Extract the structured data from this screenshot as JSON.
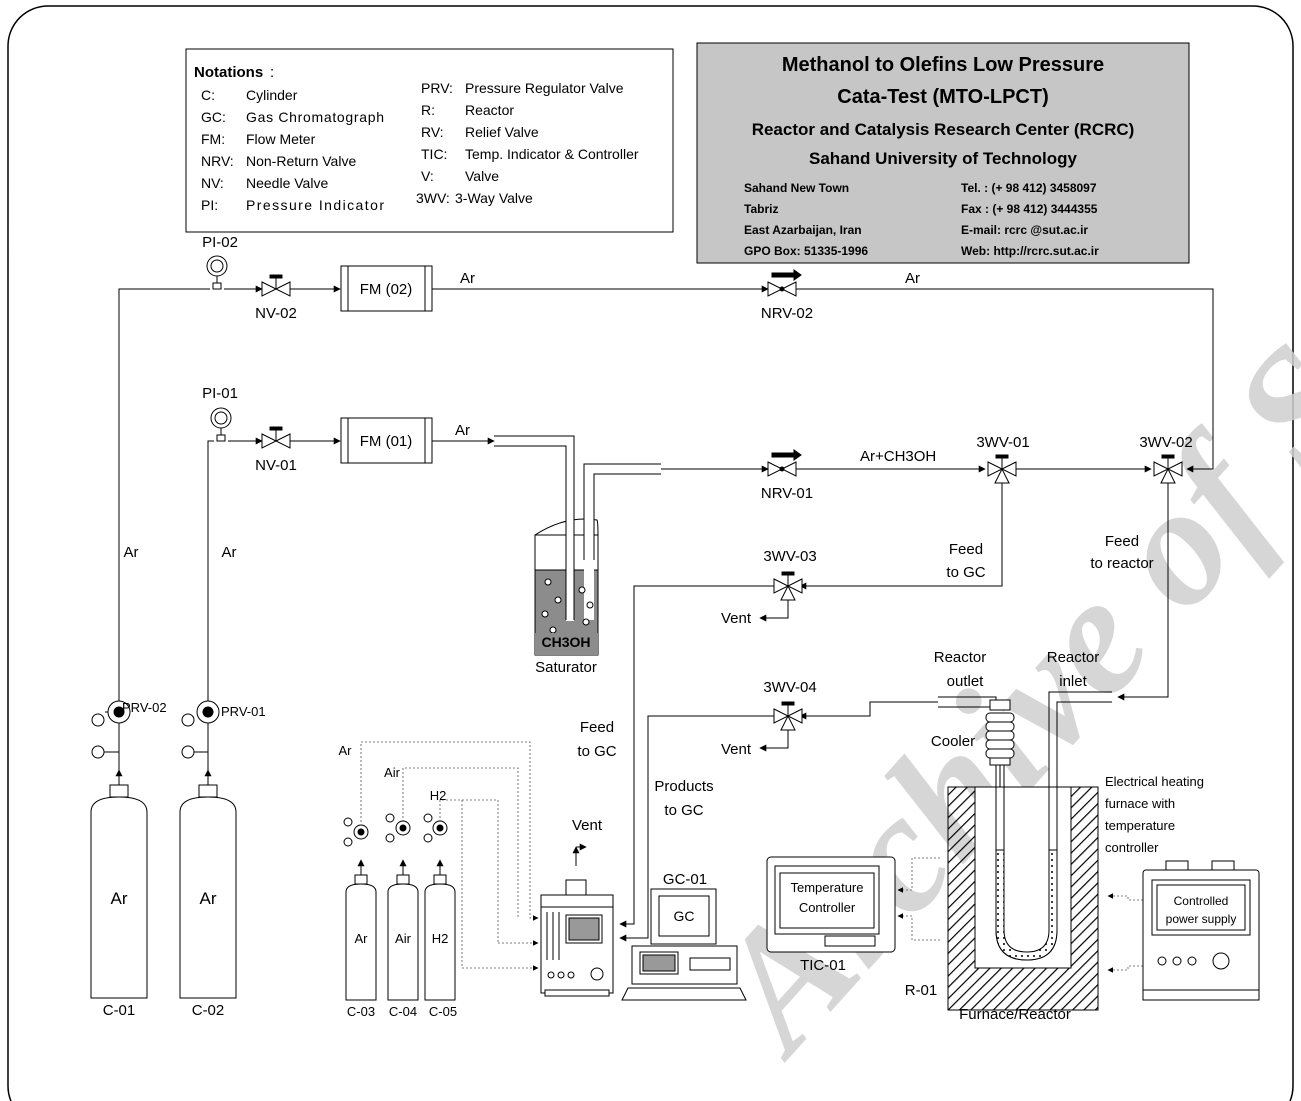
{
  "notations": {
    "title": "Notations",
    "col1": [
      {
        "abbr": "C:",
        "text": "Cylinder"
      },
      {
        "abbr": "GC:",
        "text": "Gas Chromatograph"
      },
      {
        "abbr": "FM:",
        "text": "Flow Meter"
      },
      {
        "abbr": "NRV:",
        "text": "Non-Return Valve"
      },
      {
        "abbr": "NV:",
        "text": "Needle Valve"
      },
      {
        "abbr": "PI:",
        "text": "Pressure Indicator"
      }
    ],
    "col2": [
      {
        "abbr": "PRV:",
        "text": "Pressure Regulator Valve"
      },
      {
        "abbr": "R:",
        "text": "Reactor"
      },
      {
        "abbr": "RV:",
        "text": "Relief  Valve"
      },
      {
        "abbr": "TIC:",
        "text": "Temp. Indicator & Controller"
      },
      {
        "abbr": "V:",
        "text": "Valve"
      },
      {
        "abbr": "3WV:",
        "text": "3-Way Valve"
      }
    ]
  },
  "header": {
    "title1": "Methanol to Olefins Low Pressure",
    "title2": "Cata-Test (MTO-LPCT)",
    "center": "Reactor and Catalysis Research Center (RCRC)",
    "university": "Sahand University of Technology",
    "addr_left": [
      "Sahand New Town",
      "Tabriz",
      "East Azarbaijan, Iran",
      "GPO Box: 51335-1996"
    ],
    "addr_right": [
      "Tel. : (+ 98 412) 3458097",
      "Fax : (+ 98 412) 3444355",
      "E-mail: rcrc @sut.ac.ir",
      "Web: http://rcrc.sut.ac.ir"
    ]
  },
  "labels": {
    "pi02": "PI-02",
    "pi01": "PI-01",
    "nv02": "NV-02",
    "nv01": "NV-01",
    "fm02": "FM (02)",
    "fm01": "FM (01)",
    "ar_fm02": "Ar",
    "ar_nrv02": "Ar",
    "ar_fm01": "Ar",
    "nrv02": "NRV-02",
    "nrv01": "NRV-01",
    "ar_ch3oh": "Ar+CH3OH",
    "wv01": "3WV-01",
    "wv02": "3WV-02",
    "wv03": "3WV-03",
    "wv04": "3WV-04",
    "feed_gc_1": "Feed",
    "feed_gc_2": "to GC",
    "feed_reactor_1": "Feed",
    "feed_reactor_2": "to reactor",
    "vent1": "Vent",
    "vent2": "Vent",
    "vent3": "Vent",
    "ch3oh": "CH3OH",
    "saturator": "Saturator",
    "ar_left1": "Ar",
    "ar_left2": "Ar",
    "prv02": "PRV-02",
    "prv01": "PRV-01",
    "reactor_outlet_1": "Reactor",
    "reactor_outlet_2": "outlet",
    "reactor_inlet_1": "Reactor",
    "reactor_inlet_2": "inlet",
    "cooler": "Cooler",
    "feed_gc_left_1": "Feed",
    "feed_gc_left_2": "to GC",
    "products_gc_1": "Products",
    "products_gc_2": "to GC",
    "furnace_1": "Electrical heating",
    "furnace_2": "furnace with",
    "furnace_3": "temperature",
    "furnace_4": "controller",
    "gc01": "GC-01",
    "gc": "GC",
    "temp_ctrl_1": "Temperature",
    "temp_ctrl_2": "Controller",
    "tic01": "TIC-01",
    "power_1": "Controlled",
    "power_2": "power supply",
    "r01": "R-01",
    "furnace_reactor": "Furnace/Reactor",
    "small_ar": "Ar",
    "small_air": "Air",
    "small_h2": "H2",
    "cyl_c01": "C-01",
    "cyl_c02": "C-02",
    "cyl_c03": "C-03",
    "cyl_c04": "C-04",
    "cyl_c05": "C-05",
    "cyl_ar1": "Ar",
    "cyl_ar2": "Ar",
    "cyl_ar3": "Ar",
    "cyl_air": "Air",
    "cyl_h2": "H2",
    "watermark": "Archive of SID"
  }
}
